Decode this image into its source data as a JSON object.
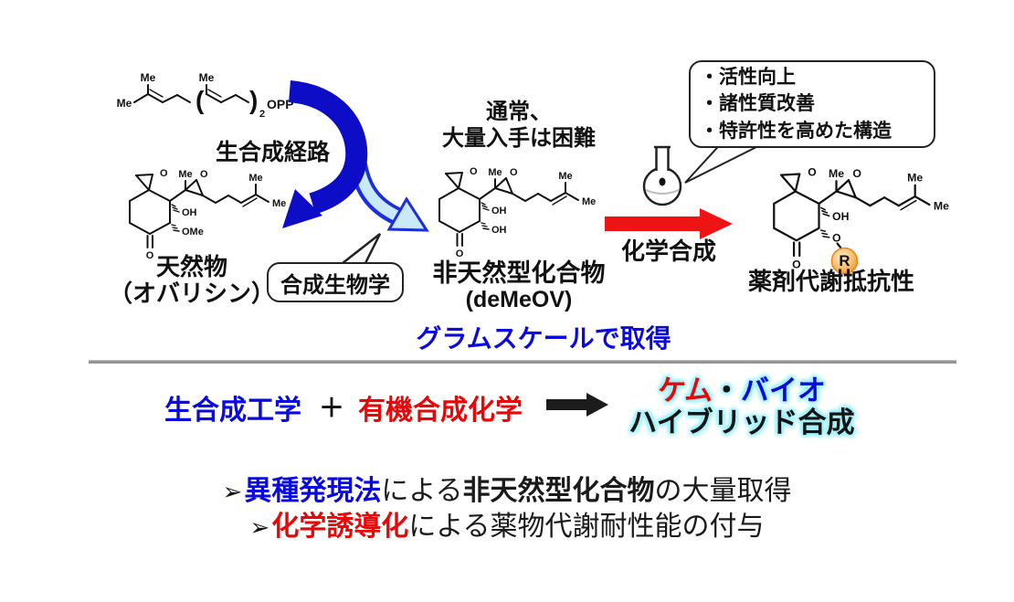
{
  "scheme": {
    "biosynthesis_label": "生合成経路",
    "natural_product_name": "天然物",
    "natural_product_paren": "（オバリシン）",
    "synthetic_biology_bubble": "合成生物学",
    "difficulty_note_line1": "通常、",
    "difficulty_note_line2": "大量入手は困難",
    "unnatural_compound_name": "非天然型化合物",
    "unnatural_compound_paren": "(deMeOV)",
    "gram_scale_note": "グラムスケールで取得",
    "chemical_synthesis_label": "化学合成",
    "benefits_bubble": [
      "・活性向上",
      "・諸性質改善",
      "・特許性を高めた構造"
    ],
    "product_label": "薬剤代謝抵抗性"
  },
  "molecules": {
    "fpp": {
      "me_left": "Me",
      "me_top1": "Me",
      "me_top2": "Me",
      "paren_open": "(",
      "paren_close": ")",
      "subscript": "2",
      "opp": "OPP"
    },
    "natural": {
      "epoxide_o1": "O",
      "me1": "Me",
      "epoxide_o2": "O",
      "me2": "Me",
      "me3": "Me",
      "hydroxyl": "OH",
      "substituent": "OMe",
      "ketone_o": "O"
    },
    "demeov": {
      "epoxide_o1": "O",
      "me1": "Me",
      "epoxide_o2": "O",
      "me2": "Me",
      "me3": "Me",
      "hydroxyl": "OH",
      "substituent": "OH",
      "ketone_o": "O"
    },
    "modified": {
      "epoxide_o1": "O",
      "me1": "Me",
      "epoxide_o2": "O",
      "me2": "Me",
      "me3": "Me",
      "hydroxyl": "OH",
      "substituent": "O",
      "r_group": "R",
      "ketone_o": "O"
    }
  },
  "equation": {
    "term1": "生合成工学",
    "plus": "＋",
    "term2": "有機合成化学",
    "result_part1": "ケム",
    "result_dot": "・",
    "result_part2": "バイオ",
    "result_line2": "ハイブリッド合成"
  },
  "bullets": {
    "0": {
      "marker": "➢",
      "term": "異種発現法",
      "mid": "による",
      "bold_term": "非天然型化合物",
      "rest": "の大量取得"
    },
    "1": {
      "marker": "➢",
      "term": "化学誘導化",
      "rest": "による薬物代謝耐性能の付与"
    }
  },
  "colors": {
    "accent_blue": "#0a0ae0",
    "accent_red": "#e60808",
    "dark_arrow_blue": "#0d0dc8",
    "light_arrow_fill": "#c9e9f8",
    "light_arrow_edge": "#1b30d8",
    "glow_cyan": "#8deef9",
    "r_circle_orange": "#f08a2a",
    "divider_gray": "#949494"
  }
}
